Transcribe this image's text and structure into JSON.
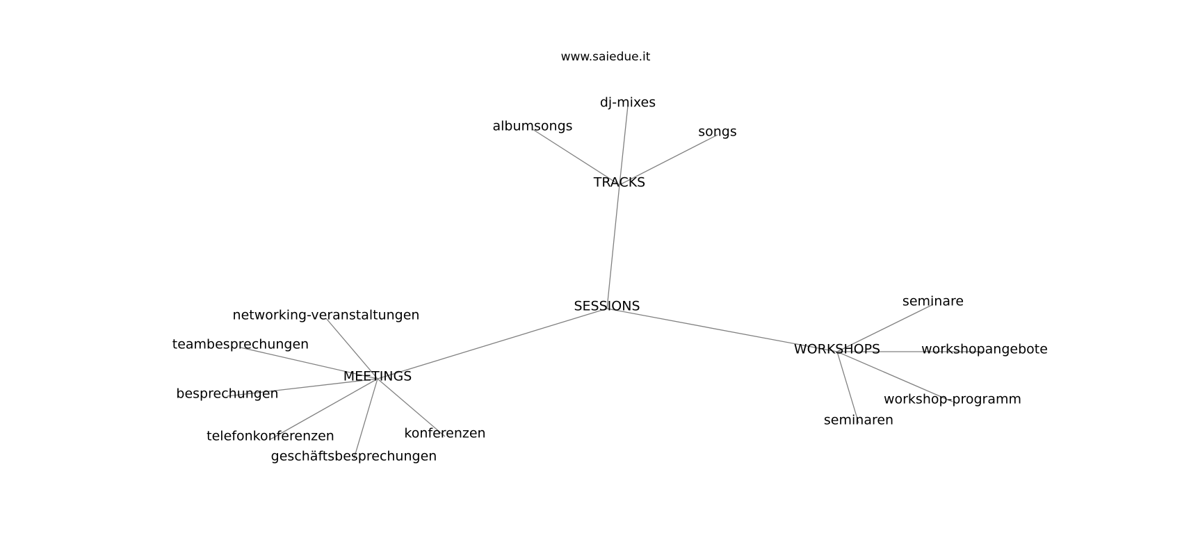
{
  "source": "www.saiedue.it",
  "colors": {
    "edge": "#808080",
    "text": "#000000",
    "background": "#ffffff"
  },
  "root": "SESSIONS",
  "nodes": {
    "sessions": "SESSIONS",
    "tracks": "TRACKS",
    "meetings": "MEETINGS",
    "workshops": "WORKSHOPS",
    "albumsongs": "albumsongs",
    "dj_mixes": "dj-mixes",
    "songs": "songs",
    "networking": "networking-veranstaltungen",
    "teambesprechungen": "teambesprechungen",
    "besprechungen": "besprechungen",
    "telefonkonferenzen": "telefonkonferenzen",
    "geschaeftsbesprechungen": "geschäftsbesprechungen",
    "konferenzen": "konferenzen",
    "seminare": "seminare",
    "workshopangebote": "workshopangebote",
    "workshop_programm": "workshop-programm",
    "seminaren": "seminaren"
  },
  "edges": [
    [
      "sessions",
      "tracks"
    ],
    [
      "sessions",
      "meetings"
    ],
    [
      "sessions",
      "workshops"
    ],
    [
      "tracks",
      "albumsongs"
    ],
    [
      "tracks",
      "dj_mixes"
    ],
    [
      "tracks",
      "songs"
    ],
    [
      "meetings",
      "networking"
    ],
    [
      "meetings",
      "teambesprechungen"
    ],
    [
      "meetings",
      "besprechungen"
    ],
    [
      "meetings",
      "telefonkonferenzen"
    ],
    [
      "meetings",
      "geschaeftsbesprechungen"
    ],
    [
      "meetings",
      "konferenzen"
    ],
    [
      "workshops",
      "seminare"
    ],
    [
      "workshops",
      "workshopangebote"
    ],
    [
      "workshops",
      "workshop_programm"
    ],
    [
      "workshops",
      "seminaren"
    ]
  ]
}
